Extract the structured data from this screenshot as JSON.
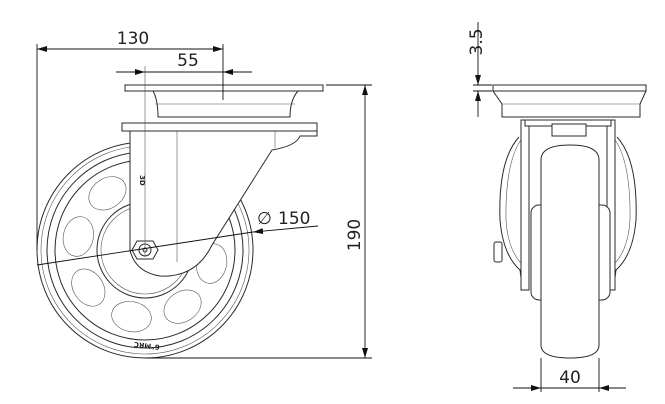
{
  "drawing": {
    "dimensions": {
      "overall_offset": "130",
      "swivel_offset": "55",
      "wheel_diameter": "150",
      "diameter_symbol": "∅",
      "total_height": "190",
      "plate_thickness": "3.5",
      "wheel_width": "40"
    },
    "markings": {
      "wheel_label": "6\"MRC",
      "fork_label": "3D"
    }
  }
}
